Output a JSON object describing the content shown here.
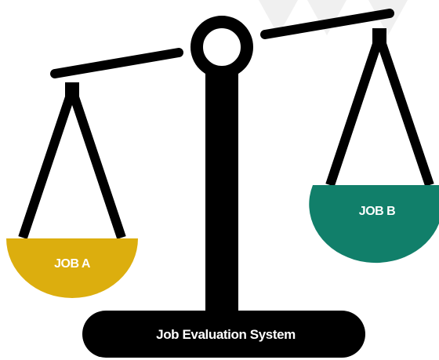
{
  "labels": {
    "left_pan": "JOB A",
    "right_pan": "JOB B",
    "base": "Job Evaluation System"
  },
  "colors": {
    "structure": "#000000",
    "left_pan": "#dcae0e",
    "right_pan": "#117f6a",
    "text_on_pan": "#ffffff",
    "text_on_base": "#ffffff",
    "background": "#ffffff",
    "background_shape": "#f0f0f0"
  }
}
